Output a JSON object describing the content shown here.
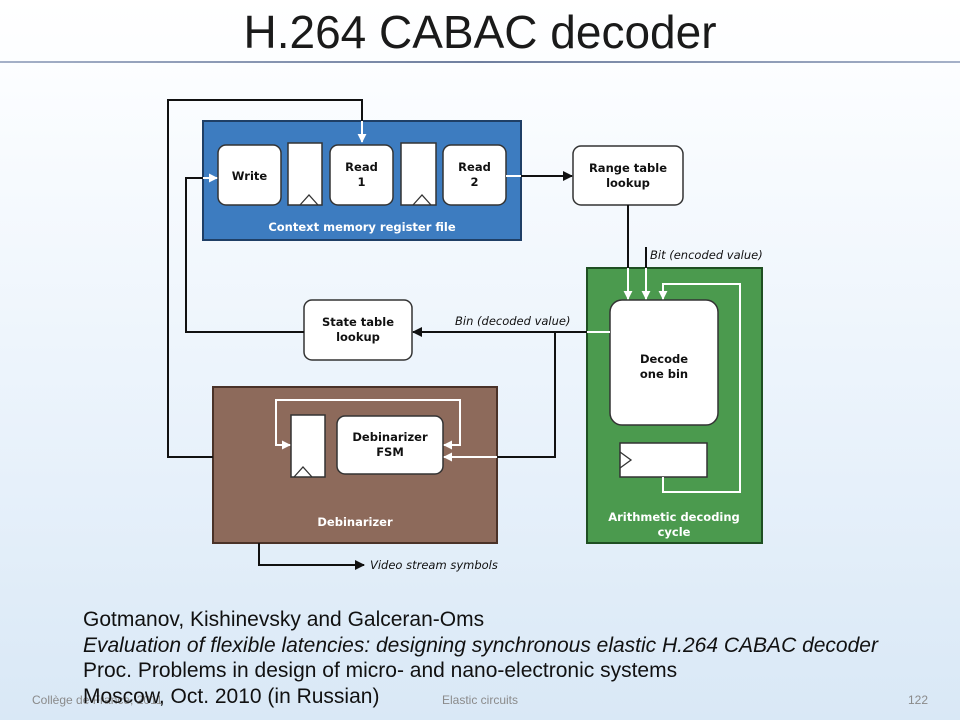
{
  "slide": {
    "title": "H.264 CABAC decoder",
    "citation": {
      "authors": "Gotmanov, Kishinevsky and Galceran-Oms",
      "paper_title": "Evaluation of flexible latencies: designing synchronous elastic H.264 CABAC decoder",
      "venue": "Proc. Problems in design of micro- and nano-electronic systems",
      "place_date": "Moscow, Oct. 2010 (in Russian)"
    },
    "footer": {
      "left": "Collège de France, 2011",
      "center": "Elastic circuits",
      "page_number": "122"
    }
  },
  "diagram": {
    "context_memory": {
      "label": "Context memory register file",
      "write": "Write",
      "read1": [
        "Read",
        "1"
      ],
      "read2": [
        "Read",
        "2"
      ]
    },
    "range_table": [
      "Range table",
      "lookup"
    ],
    "state_table": [
      "State table",
      "lookup"
    ],
    "arithmetic_decoding": {
      "label": [
        "Arithmetic decoding",
        "cycle"
      ],
      "decode": [
        "Decode",
        "one bin"
      ]
    },
    "debinarizer": {
      "label": "Debinarizer",
      "fsm": [
        "Debinarizer",
        "FSM"
      ]
    },
    "signals": {
      "bit": "Bit (encoded value)",
      "bin": "Bin (decoded value)",
      "output": "Video stream symbols"
    },
    "colors": {
      "context_memory_block": "#3d7cc0",
      "arithmetic_block": "#4b9a4e",
      "debinarizer_block": "#8d6a5b"
    }
  }
}
